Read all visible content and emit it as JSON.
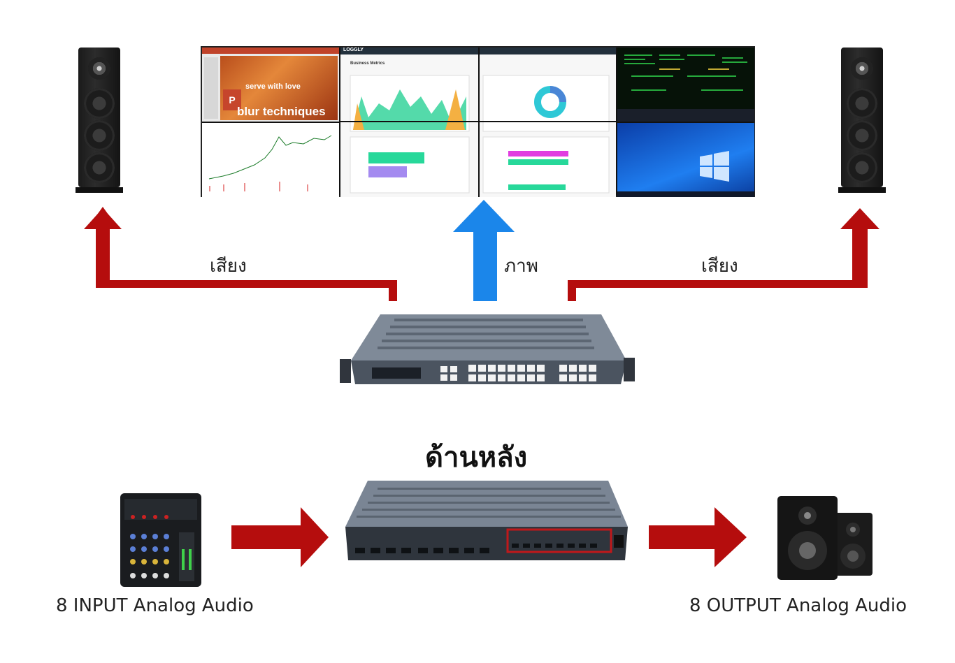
{
  "labels": {
    "audio_left": "เสียง",
    "video": "ภาพ",
    "audio_right": "เสียง",
    "rear_title": "ด้านหลัง",
    "input_caption": "8 INPUT Analog Audio",
    "output_caption": "8 OUTPUT Analog Audio"
  },
  "wall_text": {
    "slide_line1": "serve with love",
    "slide_line2": "blur techniques",
    "dashboard_brand": "LOGGLY",
    "dashboard_title": "Business Metrics"
  },
  "colors": {
    "audio_arrow": "#b50d0d",
    "video_arrow": "#1b86ea",
    "rear_arrow": "#b50d0d",
    "highlight_box": "#c0181a"
  },
  "icons": [
    "speaker-tower-icon",
    "matrix-switcher-front",
    "matrix-switcher-rear",
    "audio-mixer-icon",
    "bookshelf-speakers-icon"
  ]
}
